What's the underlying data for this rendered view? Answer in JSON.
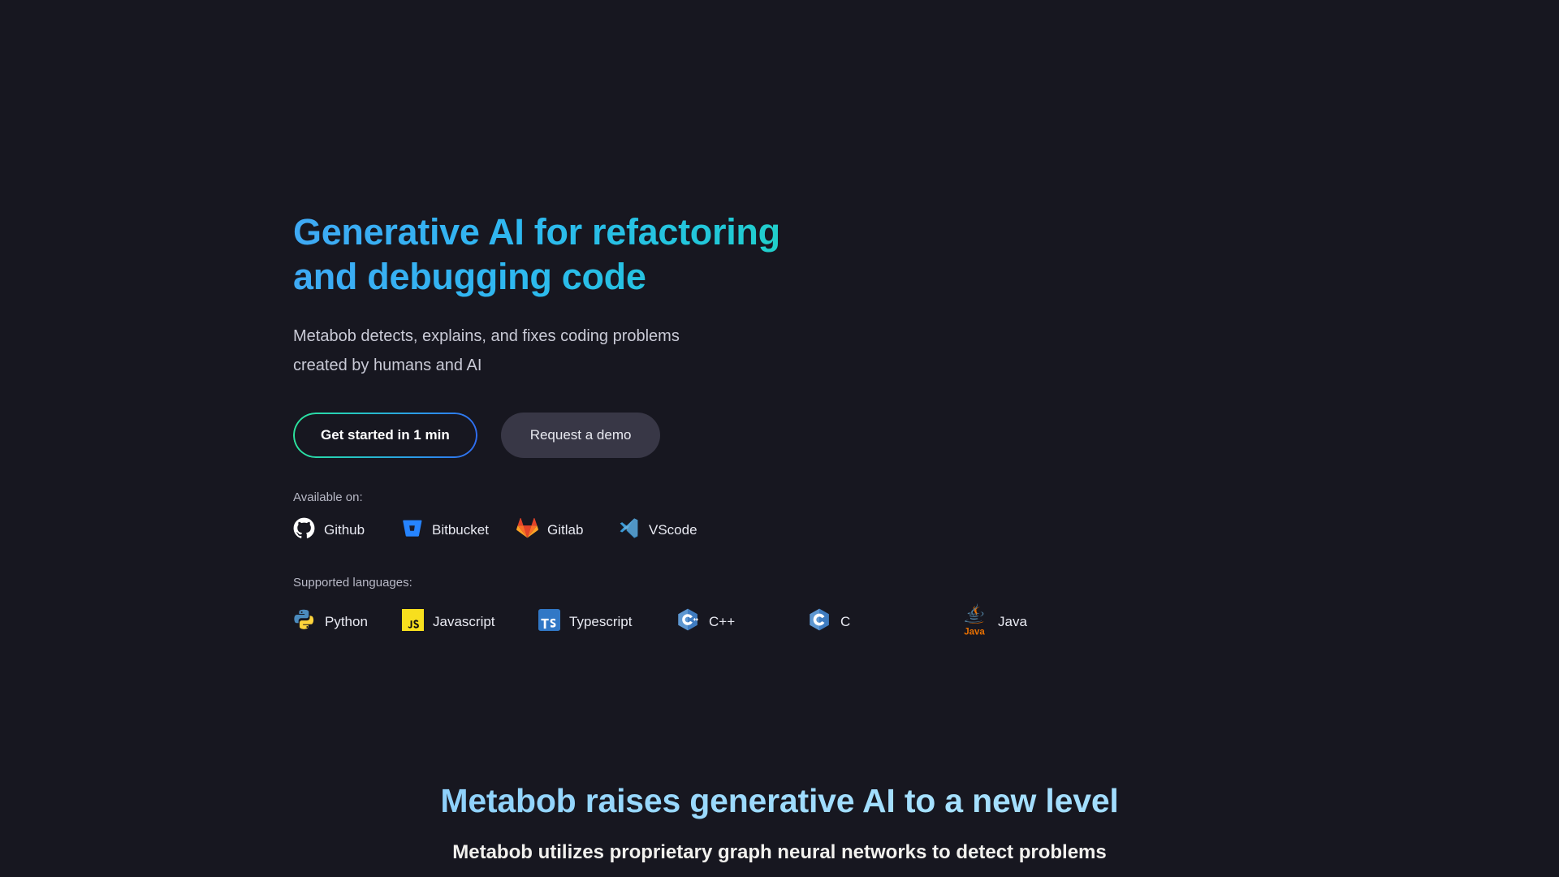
{
  "hero": {
    "title": "Generative AI for refactoring\nand debugging code",
    "subtitle": "Metabob detects, explains, and fixes coding problems\ncreated by humans and AI",
    "primary_button": "Get started in 1 min",
    "secondary_button": "Request a demo",
    "available_label": "Available on:",
    "languages_label": "Supported languages:",
    "platforms": [
      {
        "name": "Github",
        "icon": "github-icon",
        "color": "#ffffff"
      },
      {
        "name": "Bitbucket",
        "icon": "bitbucket-icon",
        "color": "#2684ff"
      },
      {
        "name": "Gitlab",
        "icon": "gitlab-icon",
        "color": "#fc6d26"
      },
      {
        "name": "VScode",
        "icon": "vscode-icon",
        "color": "#2f9fe0"
      }
    ],
    "languages": [
      {
        "name": "Python",
        "icon": "python-icon",
        "color": "#f2c53d"
      },
      {
        "name": "Javascript",
        "icon": "javascript-icon",
        "color": "#f7df1e"
      },
      {
        "name": "Typescript",
        "icon": "typescript-icon",
        "color": "#3178c6"
      },
      {
        "name": "C++",
        "icon": "cplusplus-icon",
        "color": "#2b71b8"
      },
      {
        "name": "C",
        "icon": "c-icon",
        "color": "#2b71b8"
      },
      {
        "name": "Java",
        "icon": "java-icon",
        "color": "#e76f00"
      }
    ]
  },
  "section2": {
    "title": "Metabob raises generative AI to a new level",
    "subtitle": "Metabob utilizes proprietary graph neural networks to detect problems"
  },
  "theme": {
    "background": "#171720",
    "title_gradient_start": "#3fa9f5",
    "title_gradient_end": "#2bef90",
    "secondary_button_bg": "#383746",
    "body_text": "#c9cad6",
    "label_text": "#b8b9c6"
  }
}
